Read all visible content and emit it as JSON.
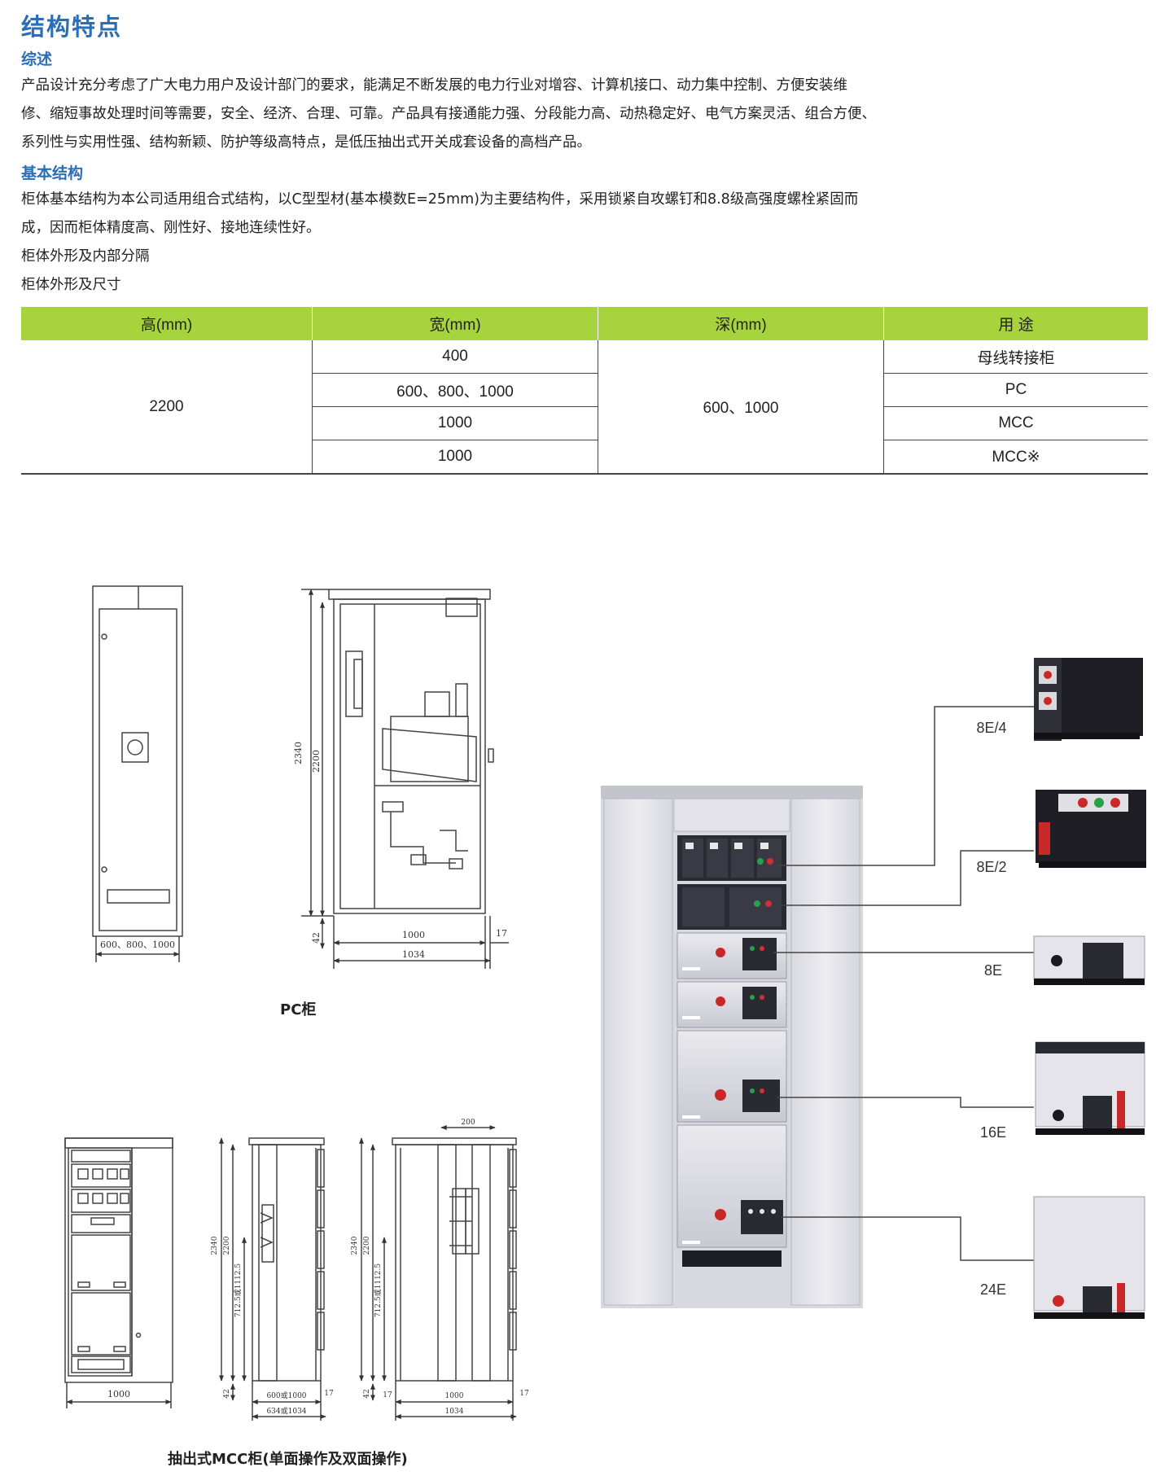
{
  "title": "结构特点",
  "overview": {
    "heading": "综述",
    "lines": [
      "产品设计充分考虑了广大电力用户及设计部门的要求，能满足不断发展的电力行业对增容、计算机接口、动力集中控制、方便安装维",
      "修、缩短事故处理时间等需要，安全、经济、合理、可靠。产品具有接通能力强、分段能力高、动热稳定好、电气方案灵活、组合方便、",
      "系列性与实用性强、结构新颖、防护等级高特点，是低压抽出式开关成套设备的高档产品。"
    ]
  },
  "structure": {
    "heading": "基本结构",
    "lines": [
      "柜体基本结构为本公司适用组合式结构，以C型型材(基本模数E=25mm)为主要结构件，采用锁紧自攻螺钉和8.8级高强度螺栓紧固而",
      "成，因而柜体精度高、刚性好、接地连续性好。",
      "柜体外形及内部分隔",
      "柜体外形及尺寸"
    ]
  },
  "table": {
    "headers": [
      "高(mm)",
      "宽(mm)",
      "深(mm)",
      "用 途"
    ],
    "height": "2200",
    "depth": "600、1000",
    "widths": [
      "400",
      "600、800、1000",
      "1000",
      "1000"
    ],
    "uses": [
      "母线转接柜",
      "PC",
      "MCC",
      "MCC※"
    ]
  },
  "pc_drawing": {
    "caption": "PC柜",
    "front_width_label": "600、800、1000",
    "height_total": "2340",
    "height_inner": "2200",
    "base_height": "42",
    "depth_inner": "1000",
    "depth_total": "1034",
    "side_offset": "17"
  },
  "mcc_drawing": {
    "caption": "抽出式MCC柜(单面操作及双面操作)",
    "front_width": "1000",
    "single_height_total": "2340",
    "single_height_inner": "2200",
    "single_segment": "712.5或1112.5",
    "single_base": "42",
    "single_depth_inner": "600或1000",
    "single_depth_total": "634或1034",
    "single_side": "17",
    "double_top": "200",
    "double_height_total": "2340",
    "double_height_inner": "2200",
    "double_segment": "712.5或1112.5",
    "double_base": "42",
    "double_side_left": "17",
    "double_depth_inner": "1000",
    "double_depth_total": "1034",
    "double_side_right": "17"
  },
  "drawer_modules": [
    "8E/4",
    "8E/2",
    "8E",
    "16E",
    "24E"
  ],
  "colors": {
    "heading_blue": "#2a6eb5",
    "table_header_green": "#a7d33d"
  }
}
